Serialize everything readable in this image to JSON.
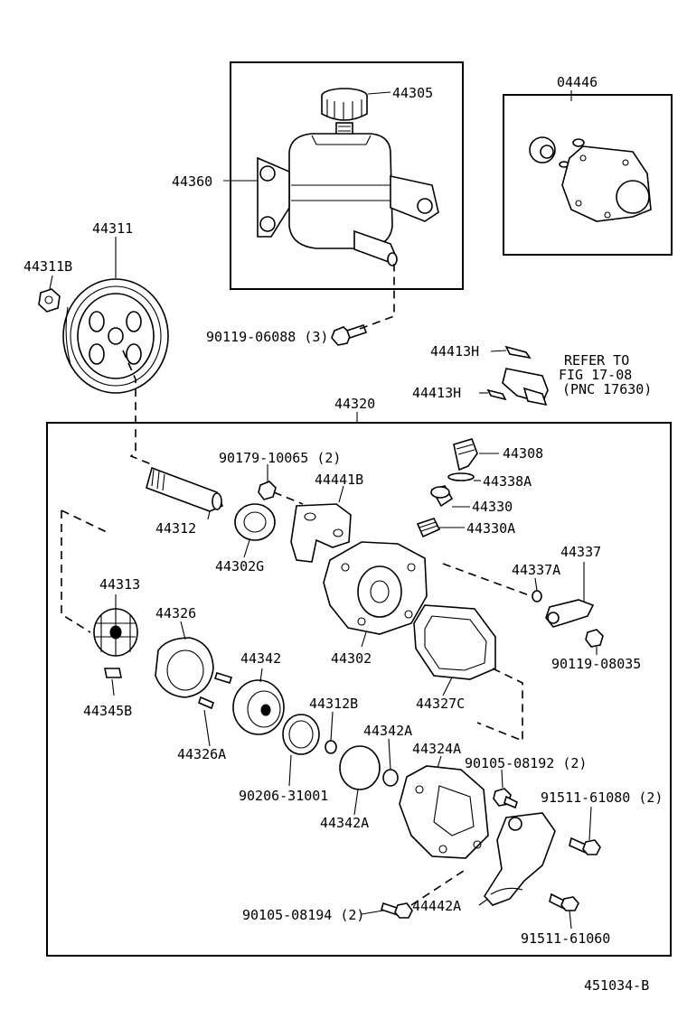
{
  "diagram_id": "451034-B",
  "refer": {
    "line1": "REFER TO",
    "line2": "FIG 17-08",
    "line3": "(PNC 17630)"
  },
  "labels": [
    {
      "id": "44305",
      "text": "44305"
    },
    {
      "id": "04446",
      "text": "04446"
    },
    {
      "id": "44360",
      "text": "44360"
    },
    {
      "id": "44311",
      "text": "44311"
    },
    {
      "id": "44311B",
      "text": "44311B"
    },
    {
      "id": "90119-06088",
      "text": "90119-06088 (3)"
    },
    {
      "id": "44413H-a",
      "text": "44413H"
    },
    {
      "id": "44413H-b",
      "text": "44413H"
    },
    {
      "id": "44320",
      "text": "44320"
    },
    {
      "id": "90179-10065",
      "text": "90179-10065 (2)"
    },
    {
      "id": "44308",
      "text": "44308"
    },
    {
      "id": "44338A",
      "text": "44338A"
    },
    {
      "id": "44441B",
      "text": "44441B"
    },
    {
      "id": "44330",
      "text": "44330"
    },
    {
      "id": "44330A",
      "text": "44330A"
    },
    {
      "id": "44312",
      "text": "44312"
    },
    {
      "id": "44302G",
      "text": "44302G"
    },
    {
      "id": "44337",
      "text": "44337"
    },
    {
      "id": "44337A",
      "text": "44337A"
    },
    {
      "id": "44313",
      "text": "44313"
    },
    {
      "id": "44326",
      "text": "44326"
    },
    {
      "id": "44302",
      "text": "44302"
    },
    {
      "id": "90119-08035",
      "text": "90119-08035"
    },
    {
      "id": "44342",
      "text": "44342"
    },
    {
      "id": "44327C",
      "text": "44327C"
    },
    {
      "id": "44345B",
      "text": "44345B"
    },
    {
      "id": "44312B",
      "text": "44312B"
    },
    {
      "id": "44342A-a",
      "text": "44342A"
    },
    {
      "id": "44326A",
      "text": "44326A"
    },
    {
      "id": "44324A",
      "text": "44324A"
    },
    {
      "id": "90105-08192",
      "text": "90105-08192 (2)"
    },
    {
      "id": "90206-31001",
      "text": "90206-31001"
    },
    {
      "id": "91511-61080",
      "text": "91511-61080 (2)"
    },
    {
      "id": "44342A-b",
      "text": "44342A"
    },
    {
      "id": "90105-08194",
      "text": "90105-08194 (2)"
    },
    {
      "id": "44442A",
      "text": "44442A"
    },
    {
      "id": "91511-61060",
      "text": "91511-61060"
    }
  ]
}
